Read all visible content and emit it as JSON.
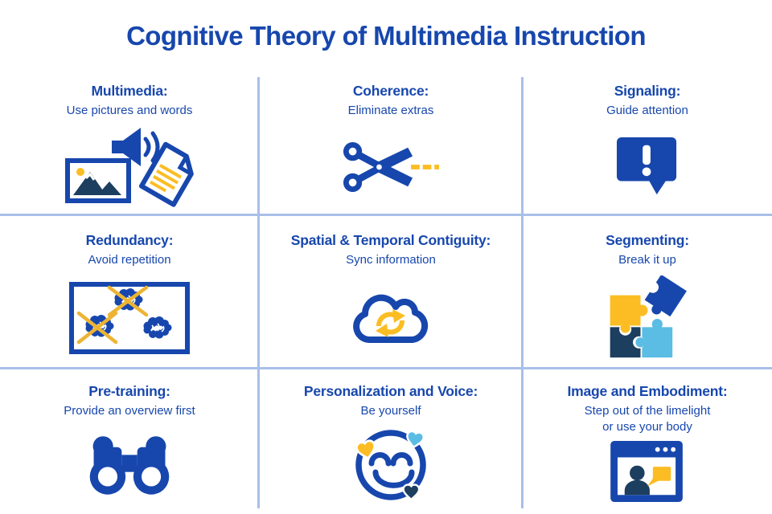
{
  "page": {
    "title": "Cognitive Theory of Multimedia Instruction"
  },
  "colors": {
    "primary_blue": "#1747AD",
    "dark_navy": "#1C3E5F",
    "yellow": "#FBBD23",
    "light_blue": "#5BBCE4",
    "grid_line": "#A9BFE9",
    "background": "#FFFFFF"
  },
  "cells": [
    {
      "title": "Multimedia:",
      "subtitle": "Use pictures and words",
      "icon": "multimedia-icon"
    },
    {
      "title": "Coherence:",
      "subtitle": "Eliminate extras",
      "icon": "scissors-icon"
    },
    {
      "title": "Signaling:",
      "subtitle": "Guide attention",
      "icon": "alert-speech-bubble-icon"
    },
    {
      "title": "Redundancy:",
      "subtitle": "Avoid repetition",
      "icon": "crossed-brains-icon"
    },
    {
      "title": "Spatial & Temporal Contiguity:",
      "subtitle": "Sync information",
      "icon": "cloud-sync-icon"
    },
    {
      "title": "Segmenting:",
      "subtitle": "Break it up",
      "icon": "puzzle-pieces-icon"
    },
    {
      "title": "Pre-training:",
      "subtitle": "Provide an overview first",
      "icon": "binoculars-icon"
    },
    {
      "title": "Personalization and Voice:",
      "subtitle": "Be yourself",
      "icon": "smiley-hearts-icon"
    },
    {
      "title": "Image and Embodiment:",
      "subtitle": "Step out of the limelight\nor use your body",
      "icon": "presenter-window-icon"
    }
  ]
}
